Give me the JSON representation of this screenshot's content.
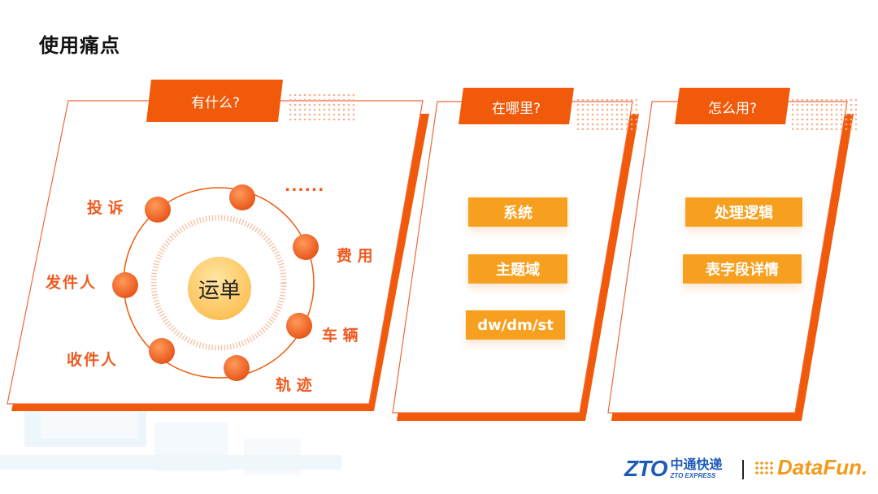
{
  "page": {
    "title": "使用痛点"
  },
  "panels": [
    {
      "tab": "有什么?",
      "center": "运单",
      "items": [
        "投 诉",
        "......",
        "费 用",
        "发件人",
        "车 辆",
        "收件人",
        "轨 迹"
      ]
    },
    {
      "tab": "在哪里?",
      "tags": [
        "系统",
        "主题域",
        "dw/dm/st"
      ]
    },
    {
      "tab": "怎么用?",
      "tags": [
        "处理逻辑",
        "表字段详情"
      ]
    }
  ],
  "colors": {
    "primary": "#f05a0a",
    "accent": "#f7a020",
    "node": "#f06a2a"
  },
  "logos": {
    "zto_mark": "ZTO",
    "zto_cn": "中通快递",
    "zto_en": "ZTO EXPRESS",
    "datafun": "DataFun."
  }
}
